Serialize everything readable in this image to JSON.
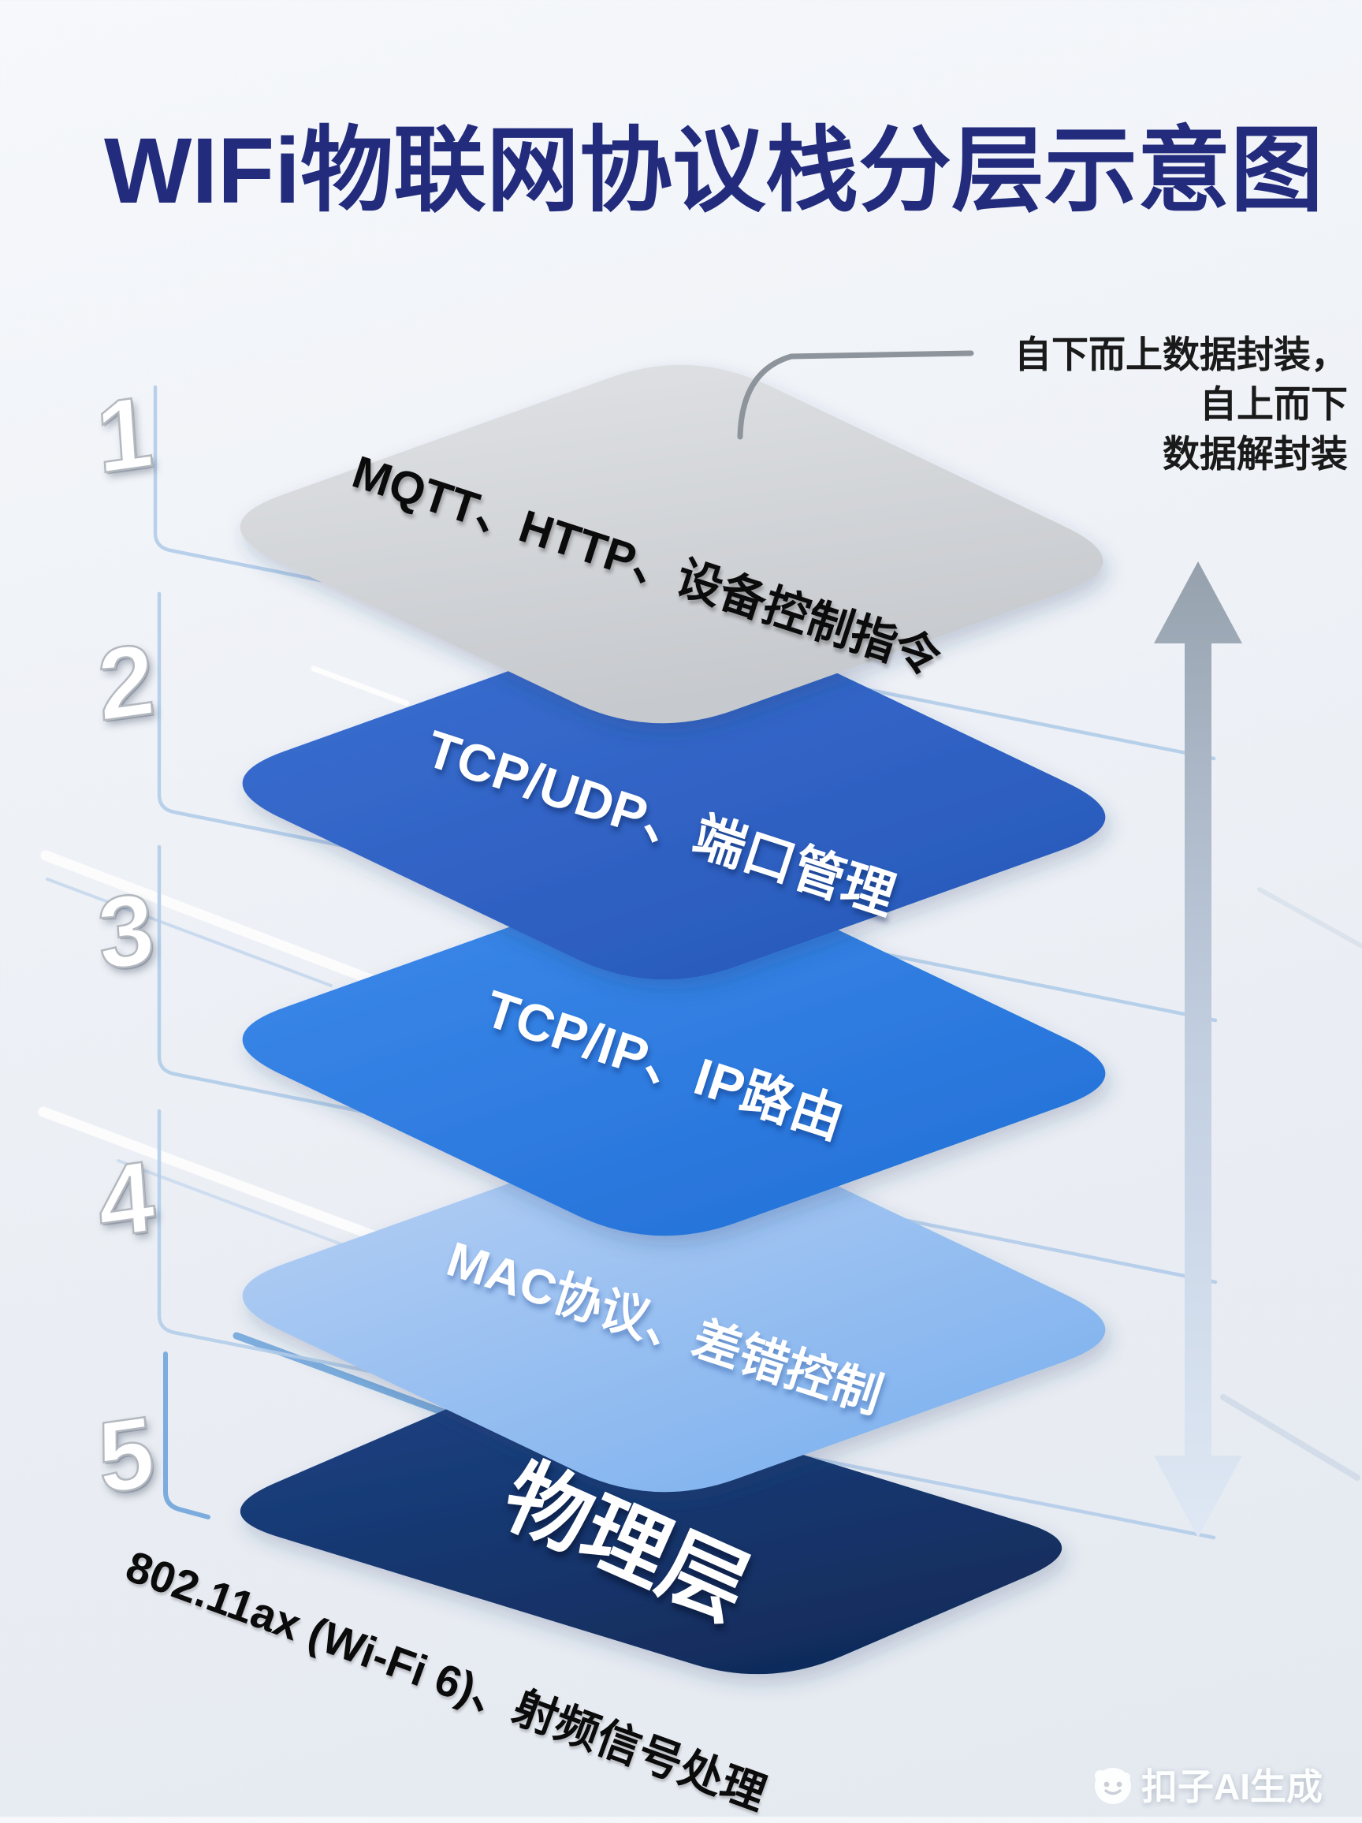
{
  "title": "WIFi物联网协议栈分层示意图",
  "annotation": {
    "lines": [
      "自下而上数据封装，",
      "自上而下",
      "数据解封装"
    ]
  },
  "layers": [
    {
      "num": "1",
      "label": "MQTT、HTTP、设备控制指令",
      "color": "#ced1d5",
      "text_color": "#0b0b0c"
    },
    {
      "num": "2",
      "label": "TCP/UDP、端口管理",
      "color": "#2f63c8",
      "text_color": "#ffffff"
    },
    {
      "num": "3",
      "label": "TCP/IP、IP路由",
      "color": "#2e7ee0",
      "text_color": "#ffffff"
    },
    {
      "num": "4",
      "label": "MAC协议、差错控制",
      "color": "#8fb9f0",
      "text_color": "#ffffff"
    },
    {
      "num": "5",
      "label": "物理层",
      "color": "#16386f",
      "text_color": "#ffffff"
    }
  ],
  "footnote": "802.11ax (Wi-Fi 6)、射频信号处理",
  "watermark": {
    "label": "扣子AI生成"
  },
  "colors": {
    "background": "#edf0f5",
    "title": "#222b7c",
    "bracket_line": "#b4cde9",
    "bracket_line_bottom": "#76a9dc",
    "callout_line": "#8d949b",
    "arrow_top": "#98a3af",
    "arrow_bottom": "#dde7f2"
  }
}
